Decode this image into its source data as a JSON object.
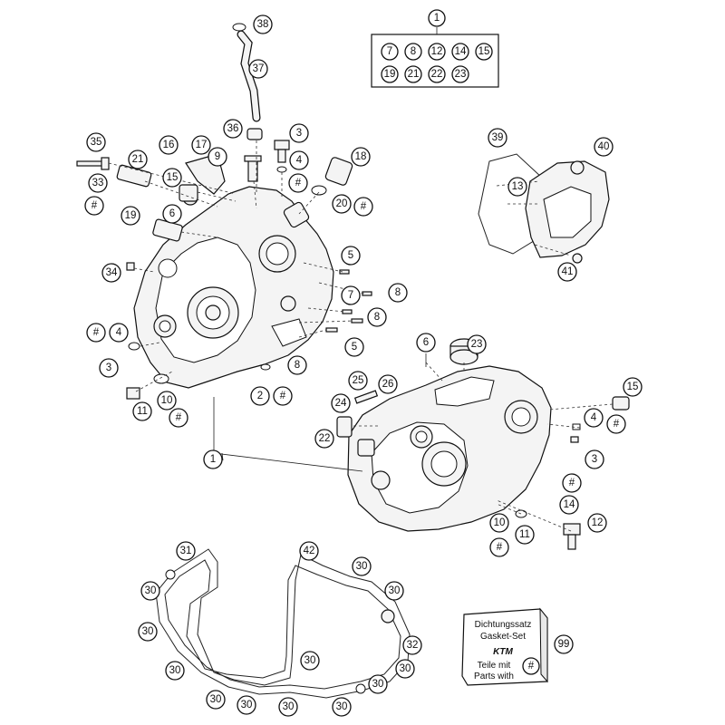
{
  "kit_box": {
    "callout": "1",
    "items": [
      "7",
      "8",
      "12",
      "14",
      "15",
      "19",
      "21",
      "22",
      "23"
    ]
  },
  "gasket_set": {
    "line1": "Dichtungssatz",
    "line2": "Gasket-Set",
    "logo": "KTM",
    "line3": "Teile mit",
    "line4": "Parts with",
    "symbol": "#",
    "callout": "99"
  },
  "colors": {
    "ink": "#111111",
    "fill": "#f4f4f4",
    "background": "#ffffff"
  },
  "callouts": [
    {
      "id": "c38",
      "label": "38"
    },
    {
      "id": "c37",
      "label": "37"
    },
    {
      "id": "c36",
      "label": "36"
    },
    {
      "id": "c3a",
      "label": "3"
    },
    {
      "id": "c4a",
      "label": "4"
    },
    {
      "id": "c33h",
      "label": "#"
    },
    {
      "id": "c18",
      "label": "18"
    },
    {
      "id": "c20",
      "label": "20"
    },
    {
      "id": "c20h",
      "label": "#"
    },
    {
      "id": "c35",
      "label": "35"
    },
    {
      "id": "c16",
      "label": "16"
    },
    {
      "id": "c17",
      "label": "17"
    },
    {
      "id": "c9",
      "label": "9"
    },
    {
      "id": "c21",
      "label": "21"
    },
    {
      "id": "c33",
      "label": "33"
    },
    {
      "id": "c33b",
      "label": "#"
    },
    {
      "id": "c15a",
      "label": "15"
    },
    {
      "id": "c19",
      "label": "19"
    },
    {
      "id": "c6a",
      "label": "6"
    },
    {
      "id": "c34",
      "label": "34"
    },
    {
      "id": "c5a",
      "label": "5"
    },
    {
      "id": "c8a",
      "label": "8"
    },
    {
      "id": "c7",
      "label": "7"
    },
    {
      "id": "c8b",
      "label": "8"
    },
    {
      "id": "c5b",
      "label": "5"
    },
    {
      "id": "c8c",
      "label": "8"
    },
    {
      "id": "c4b",
      "label": "4"
    },
    {
      "id": "c4bh",
      "label": "#"
    },
    {
      "id": "c3b",
      "label": "3"
    },
    {
      "id": "c2",
      "label": "2"
    },
    {
      "id": "c2h",
      "label": "#"
    },
    {
      "id": "c11a",
      "label": "11"
    },
    {
      "id": "c10a",
      "label": "10"
    },
    {
      "id": "c10ah",
      "label": "#"
    },
    {
      "id": "c1b",
      "label": "1"
    },
    {
      "id": "c39",
      "label": "39"
    },
    {
      "id": "c13",
      "label": "13"
    },
    {
      "id": "c40",
      "label": "40"
    },
    {
      "id": "c41",
      "label": "41"
    },
    {
      "id": "c6b",
      "label": "6"
    },
    {
      "id": "c23",
      "label": "23"
    },
    {
      "id": "c25",
      "label": "25"
    },
    {
      "id": "c26",
      "label": "26"
    },
    {
      "id": "c24",
      "label": "24"
    },
    {
      "id": "c22",
      "label": "22"
    },
    {
      "id": "c15b",
      "label": "15"
    },
    {
      "id": "c4c",
      "label": "4"
    },
    {
      "id": "c4ch",
      "label": "#"
    },
    {
      "id": "c3c",
      "label": "3"
    },
    {
      "id": "c14h",
      "label": "#"
    },
    {
      "id": "c14",
      "label": "14"
    },
    {
      "id": "c12",
      "label": "12"
    },
    {
      "id": "c10b",
      "label": "10"
    },
    {
      "id": "c11b",
      "label": "11"
    },
    {
      "id": "c10bh",
      "label": "#"
    },
    {
      "id": "c31",
      "label": "31"
    },
    {
      "id": "c42",
      "label": "42"
    },
    {
      "id": "c30a",
      "label": "30"
    },
    {
      "id": "c30b",
      "label": "30"
    },
    {
      "id": "c30c",
      "label": "30"
    },
    {
      "id": "c30d",
      "label": "30"
    },
    {
      "id": "c30e",
      "label": "30"
    },
    {
      "id": "c32",
      "label": "32"
    },
    {
      "id": "c30f",
      "label": "30"
    },
    {
      "id": "c30g",
      "label": "30"
    },
    {
      "id": "c30h",
      "label": "30"
    },
    {
      "id": "c30i",
      "label": "30"
    },
    {
      "id": "c30j",
      "label": "30"
    },
    {
      "id": "c30k",
      "label": "30"
    },
    {
      "id": "c30l",
      "label": "30"
    }
  ]
}
